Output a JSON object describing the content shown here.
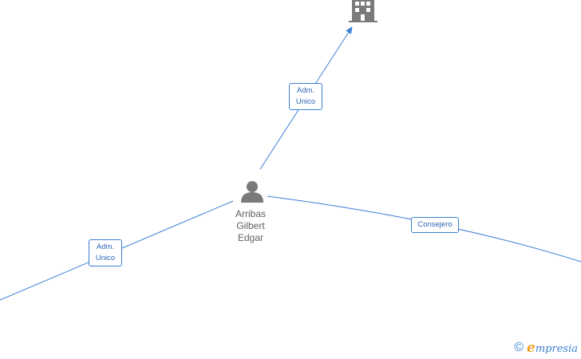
{
  "colors": {
    "edge": "#3a7fd4",
    "node": "#7a7a7a",
    "brand_accent": "#f0a020"
  },
  "nodes": {
    "company": {
      "icon": "building-icon"
    },
    "person": {
      "icon": "person-icon",
      "name_lines": [
        "Arribas",
        "Gilbert",
        "Edgar"
      ]
    }
  },
  "edges": {
    "top": {
      "label_lines": [
        "Adm.",
        "Unico"
      ]
    },
    "left": {
      "label_lines": [
        "Adm.",
        "Unico"
      ]
    },
    "right": {
      "label_lines": [
        "Consejero"
      ]
    }
  },
  "brand": {
    "copyright": "©",
    "initial": "e",
    "rest": "mpresia"
  }
}
